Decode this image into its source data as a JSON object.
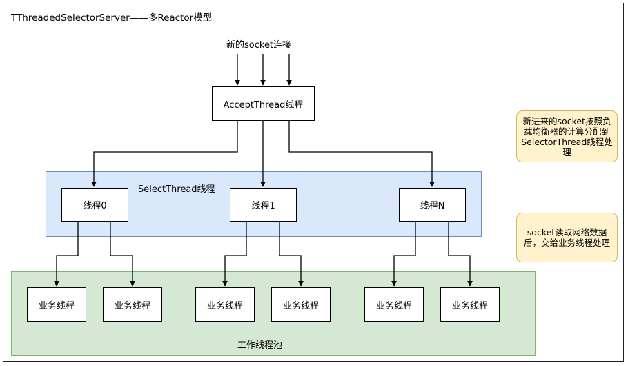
{
  "diagram": {
    "title": "TThreadedSelectorServer——多Reactor模型",
    "incoming_label": "新的socket连接",
    "accept_thread": "AcceptThread线程",
    "select_zone_label": "SelectThread线程",
    "worker_zone_label": "工作线程池",
    "selector_threads": [
      "线程0",
      "线程1",
      "线程N"
    ],
    "worker_label": "业务线程",
    "notes": [
      "新进来的socket按照负载均衡器的计算分配到SelectorThread线程处理",
      "socket读取网络数据后，交给业务线程处理"
    ]
  }
}
